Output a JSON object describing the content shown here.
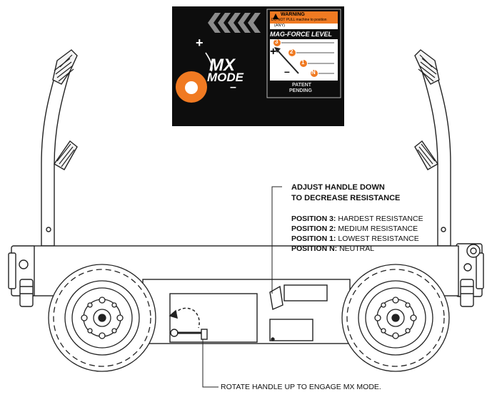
{
  "panel": {
    "warning_title": "WARNING",
    "warning_text": "DO NOT PULL machine to position",
    "warning_sub": "(ANY)",
    "level_title": "MAG-FORCE LEVEL",
    "levels": [
      "3",
      "2",
      "1",
      "N"
    ],
    "plus": "+",
    "minus": "–",
    "patent_line1": "PATENT",
    "patent_line2": "PENDING",
    "mode_top": "MX",
    "mode_bottom": "MODE",
    "mode_plus": "+",
    "mode_minus": "–"
  },
  "callouts": {
    "adjust_line1": "ADJUST HANDLE DOWN",
    "adjust_line2": "TO DECREASE RESISTANCE",
    "positions": [
      {
        "name": "POSITION 3:",
        "desc": "HARDEST RESISTANCE"
      },
      {
        "name": "POSITION 2:",
        "desc": "MEDIUM RESISTANCE"
      },
      {
        "name": "POSITION 1:",
        "desc": "LOWEST RESISTANCE"
      },
      {
        "name": "POSITION N:",
        "desc": "NEUTRAL"
      }
    ],
    "rotate": "ROTATE HANDLE UP TO ENGAGE MX MODE."
  },
  "colors": {
    "panel_bg": "#0d0d0d",
    "accent": "#f07a22",
    "line": "#222222"
  }
}
